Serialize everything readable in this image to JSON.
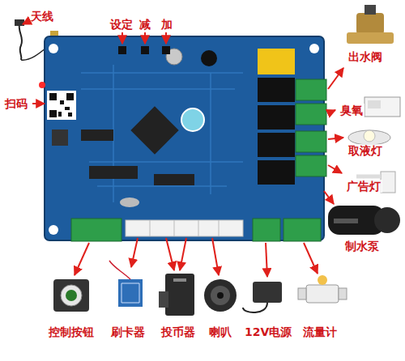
{
  "diagram": {
    "labels": [
      "天线",
      "设定",
      "减",
      "加",
      "扫码",
      "出水阀",
      "臭氧",
      "取液灯",
      "广告灯",
      "制水泵",
      "控制按钮",
      "刷卡器",
      "投币器",
      "喇叭",
      "12V电源",
      "流量计"
    ]
  }
}
